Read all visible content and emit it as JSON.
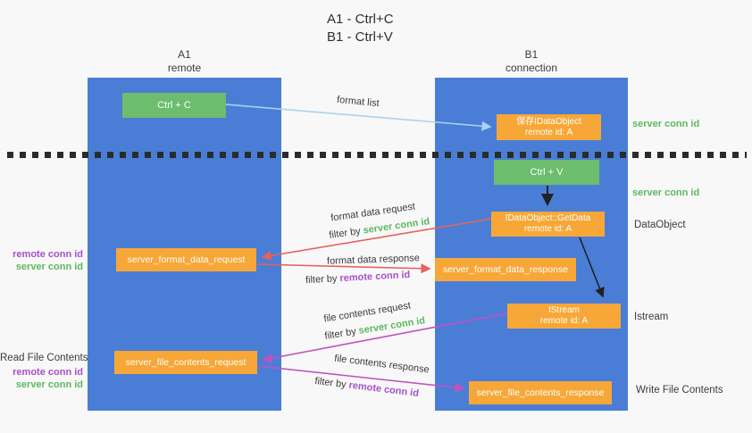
{
  "title": {
    "line1": "A1 - Ctrl+C",
    "line2": "B1 - Ctrl+V"
  },
  "columns": {
    "a": {
      "name": "A1",
      "subtitle": "remote"
    },
    "b": {
      "name": "B1",
      "subtitle": "connection"
    }
  },
  "boxes": {
    "ctrl_c": "Ctrl + C",
    "ctrl_v": "Ctrl + V",
    "save_dataobject": {
      "line1": "保存IDataObject",
      "line2": "remote id: A"
    },
    "getdata": {
      "line1": "IDataObject::GetData",
      "line2": "remote id: A"
    },
    "istream": {
      "line1": "IStream",
      "line2": "remote id: A"
    },
    "server_format_data_request": "server_format_data_request",
    "server_format_data_response": "server_format_data_response",
    "server_file_contents_request": "server_file_contents_request",
    "server_file_contents_response": "server_file_contents_response"
  },
  "annotations": {
    "format_list": "format list",
    "format_data_request": "format data request",
    "format_data_response": "format data response",
    "file_contents_request": "file contents request",
    "file_contents_response": "file contents response",
    "filter_by": "filter by",
    "server_conn_id": "server conn id",
    "remote_conn_id": "remote conn id"
  },
  "side_labels": {
    "right_server_conn_id_1": "server conn id",
    "right_server_conn_id_2": "server conn id",
    "dataobject": "DataObject",
    "istream": "Istream",
    "write_file_contents": "Write File Contents",
    "left_remote_conn_id_1": "remote conn id",
    "left_server_conn_id_1": "server conn id",
    "read_file_contents": "Read File Contents",
    "left_remote_conn_id_2": "remote conn id",
    "left_server_conn_id_2": "server conn id"
  },
  "colors": {
    "column_blue": "#4a7ed6",
    "box_green": "#6dbd6e",
    "box_orange": "#f7a737",
    "arrow_red": "#e5625d",
    "arrow_magenta": "#bf52c1",
    "arrow_light_blue": "#a9d2ee",
    "arrow_black": "#212121",
    "text_green": "#5cb85f",
    "text_purple": "#a650c9",
    "text_dark": "#3b3b3b"
  }
}
